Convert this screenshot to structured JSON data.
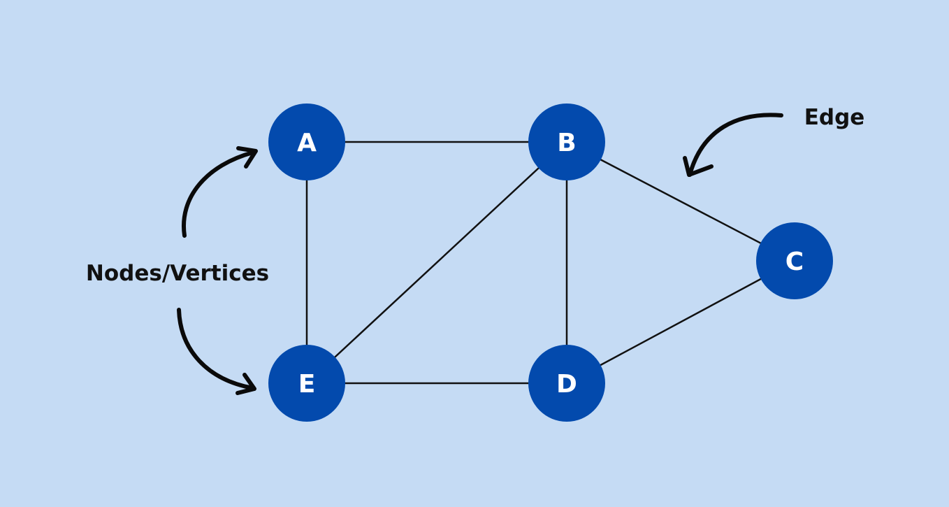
{
  "colors": {
    "background": "#c5dbf4",
    "node_fill": "#034aad",
    "node_text": "#ffffff",
    "edge": "#111111",
    "annotation_text": "#111111"
  },
  "nodes": [
    {
      "id": "A",
      "label": "A"
    },
    {
      "id": "B",
      "label": "B"
    },
    {
      "id": "C",
      "label": "C"
    },
    {
      "id": "D",
      "label": "D"
    },
    {
      "id": "E",
      "label": "E"
    }
  ],
  "edges": [
    {
      "from": "A",
      "to": "B"
    },
    {
      "from": "A",
      "to": "E"
    },
    {
      "from": "B",
      "to": "E"
    },
    {
      "from": "B",
      "to": "D"
    },
    {
      "from": "B",
      "to": "C"
    },
    {
      "from": "C",
      "to": "D"
    },
    {
      "from": "D",
      "to": "E"
    }
  ],
  "annotations": {
    "nodes_label": "Nodes/Vertices",
    "edge_label": "Edge"
  }
}
